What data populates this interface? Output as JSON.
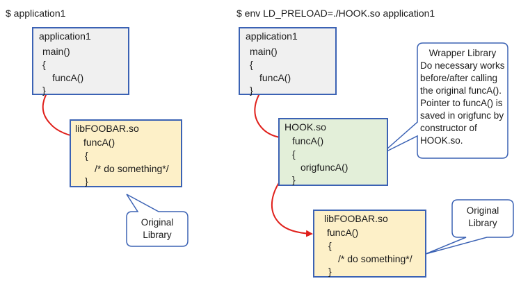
{
  "left": {
    "command": "$ application1",
    "app_box": {
      "title": "application1",
      "lines": [
        "main()",
        "{",
        "funcA()",
        "}"
      ]
    },
    "lib_box": {
      "title": "libFOOBAR.so",
      "lines": [
        "funcA()",
        "{",
        "/* do something*/",
        "}"
      ]
    },
    "callout": {
      "lines": [
        "Original",
        "Library"
      ]
    }
  },
  "right": {
    "command": "$ env LD_PRELOAD=./HOOK.so application1",
    "app_box": {
      "title": "application1",
      "lines": [
        "main()",
        "{",
        "funcA()",
        "}"
      ]
    },
    "hook_box": {
      "title": "HOOK.so",
      "lines": [
        "funcA()",
        "{",
        "origfuncA()",
        "}"
      ]
    },
    "lib_box": {
      "title": "libFOOBAR.so",
      "lines": [
        "funcA()",
        "{",
        "/* do something*/",
        "}"
      ]
    },
    "wrapper_callout": {
      "title": "Wrapper Library",
      "lines": [
        "Do necessary works",
        "before/after calling",
        "the original funcA().",
        "Pointer to funcA() is",
        "saved in origfunc by",
        "constructor of",
        "HOOK.so."
      ]
    },
    "lib_callout": {
      "lines": [
        "Original",
        "Library"
      ]
    }
  },
  "colors": {
    "box_border": "#3b62b4",
    "app_fill": "#f0f0f0",
    "lib_fill": "#fdf0c8",
    "hook_fill": "#e3efd9",
    "arrow": "#e0201b",
    "callout_border": "#3b62b4"
  }
}
